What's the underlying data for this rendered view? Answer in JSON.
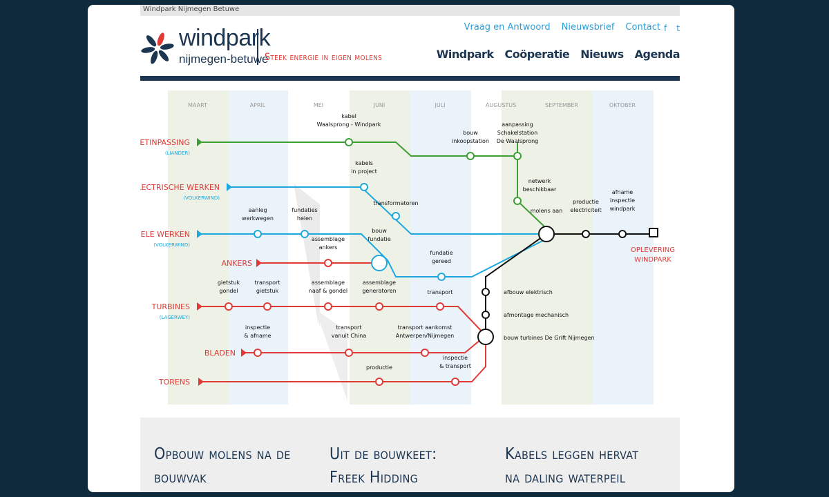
{
  "browser": {
    "title": "Windpark Nijmegen Betuwe"
  },
  "header": {
    "logo_word": "windpark",
    "logo_sub": "nijmegen-betuwe",
    "tagline": "Steek energie in eigen molens",
    "top_nav": [
      "Vraag en Antwoord",
      "Nieuwsbrief",
      "Contact"
    ],
    "social": [
      "f",
      "t"
    ],
    "main_nav": [
      "Windpark",
      "Coöperatie",
      "Nieuws",
      "Agenda"
    ]
  },
  "colors": {
    "navy": "#1c3550",
    "red": "#e03a36",
    "green": "#3e9e34",
    "blue": "#1fa8dd",
    "black": "#111111"
  },
  "schedule": {
    "months": [
      "MAART",
      "APRIL",
      "MEI",
      "JUNI",
      "JULI",
      "AUGUSTUS",
      "SEPTEMBER",
      "OKTOBER"
    ],
    "lines": [
      {
        "name": "NETINPASSING",
        "sub": "(LIANDER)"
      },
      {
        "name": "ELECTRISCHE WERKEN",
        "sub": "(VOLKERWIND)"
      },
      {
        "name": "CIVIELE WERKEN",
        "sub": "(VOLKERWIND)"
      },
      {
        "name": "ANKERS",
        "sub": ""
      },
      {
        "name": "TURBINES",
        "sub": "(LAGERWEY)"
      },
      {
        "name": "BLADEN",
        "sub": ""
      },
      {
        "name": "TORENS",
        "sub": ""
      }
    ],
    "stops": {
      "kabel_waalsprong": [
        "kabel",
        "Waalsprong - Windpark"
      ],
      "bouw_inkoopstation": [
        "bouw",
        "inkoopstation"
      ],
      "aanpassing_schakelstation": [
        "aanpassing",
        "Schakelstation",
        "De Waalsprong"
      ],
      "kabels_project": [
        "kabels",
        "in project"
      ],
      "netwerk_beschikbaar": [
        "netwerk",
        "beschikbaar"
      ],
      "transformatoren": [
        "transformatoren"
      ],
      "aanleg_werkwegen": [
        "aanleg",
        "werkwegen"
      ],
      "fundaties_heien": [
        "fundaties",
        "heien"
      ],
      "molens_aan": [
        "molens aan"
      ],
      "productie_electriciteit": [
        "productie",
        "electriciteit"
      ],
      "afname_inspectie": [
        "afname",
        "inspectie",
        "windpark"
      ],
      "oplevering": [
        "OPLEVERING",
        "WINDPARK"
      ],
      "assemblage_ankers": [
        "assemblage",
        "ankers"
      ],
      "bouw_fundatie": [
        "bouw",
        "fundatie"
      ],
      "fundatie_gereed": [
        "fundatie",
        "gereed"
      ],
      "gietstuk_gondel": [
        "gietstuk",
        "gondel"
      ],
      "transport_gietstuk": [
        "transport",
        "gietstuk"
      ],
      "assemblage_naaf": [
        "assemblage",
        "naaf & gondel"
      ],
      "assemblage_generatoren": [
        "assemblage",
        "generatoren"
      ],
      "transport_turbines": [
        "transport"
      ],
      "afbouw_elektrisch": [
        "afbouw elektrisch"
      ],
      "afmontage_mechanisch": [
        "afmontage mechanisch"
      ],
      "bouw_turbines": [
        "bouw turbines De Grift Nijmegen"
      ],
      "inspectie_afname": [
        "inspectie",
        "& afname"
      ],
      "transport_china": [
        "transport",
        "vanuit China"
      ],
      "transport_aankomst": [
        "transport aankomst",
        "Antwerpen/Nijmegen"
      ],
      "inspectie_transport": [
        "inspectie",
        "& transport"
      ],
      "productie_torens": [
        "productie"
      ]
    }
  },
  "articles": [
    "Opbouw molens na de bouwvak",
    "Uit de bouwkeet: Freek Hidding",
    "Kabels leggen hervat na daling waterpeil"
  ]
}
